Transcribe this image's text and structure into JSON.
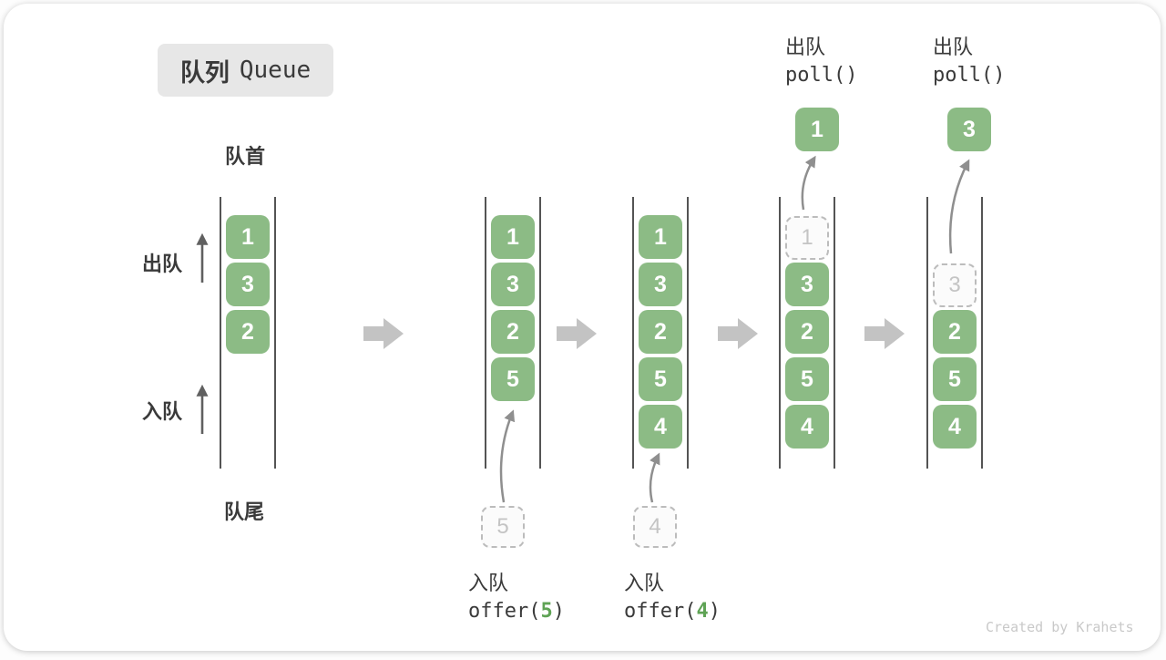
{
  "title": {
    "zh": "队列",
    "en": "Queue"
  },
  "labels": {
    "front": "队首",
    "rear": "队尾",
    "dequeue": "出队",
    "enqueue": "入队"
  },
  "colors": {
    "box_green": "#8cbb85",
    "arg_green": "#5fa355",
    "block_arrow_gray": "#c3c3c3",
    "ghost_gray": "#bcbcbc"
  },
  "queues": {
    "q1": {
      "items": [
        "1",
        "3",
        "2"
      ]
    },
    "q2": {
      "items": [
        "1",
        "3",
        "2",
        "5"
      ],
      "incoming": "5",
      "op": {
        "label": "入队",
        "fn": "offer(",
        "arg": "5",
        "close": ")"
      }
    },
    "q3": {
      "items": [
        "1",
        "3",
        "2",
        "5",
        "4"
      ],
      "incoming": "4",
      "op": {
        "label": "入队",
        "fn": "offer(",
        "arg": "4",
        "close": ")"
      }
    },
    "q4": {
      "removed": "1",
      "items": [
        "3",
        "2",
        "5",
        "4"
      ],
      "out": "1",
      "op": {
        "label": "出队",
        "code": "poll()"
      }
    },
    "q5": {
      "removed": "3",
      "items": [
        "2",
        "5",
        "4"
      ],
      "out": "3",
      "op": {
        "label": "出队",
        "code": "poll()"
      }
    }
  },
  "watermark": "Created by Krahets"
}
